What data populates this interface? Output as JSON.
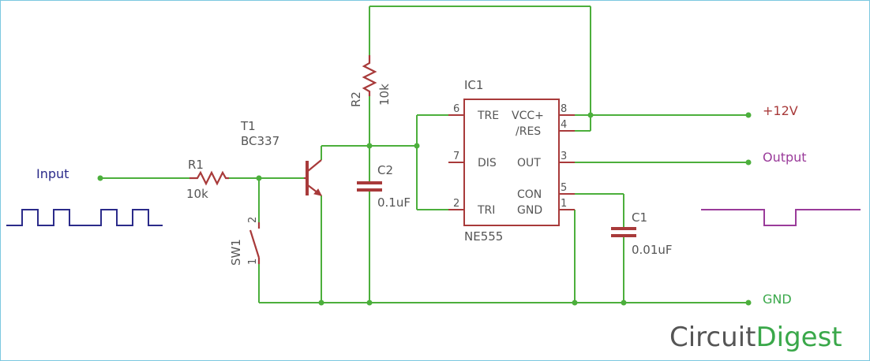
{
  "labels": {
    "input": "Input",
    "r1_name": "R1",
    "r1_value": "10k",
    "t1_name": "T1",
    "t1_model": "BC337",
    "sw1_name": "SW1",
    "sw1_pin1": "1",
    "sw1_pin2": "2",
    "r2_name": "R2",
    "r2_value": "10k",
    "c2_name": "C2",
    "c2_value": "0.1uF",
    "ic_name": "IC1",
    "ic_model": "NE555",
    "c1_name": "C1",
    "c1_value": "0.01uF",
    "vcc": "+12V",
    "output": "Output",
    "gnd": "GND"
  },
  "ic_pins": {
    "tre": "TRE",
    "dis": "DIS",
    "tri": "TRI",
    "vcc": "VCC+",
    "res": "/RES",
    "out": "OUT",
    "con": "CON",
    "gnd": "GND",
    "p6": "6",
    "p7": "7",
    "p2": "2",
    "p8": "8",
    "p4": "4",
    "p3": "3",
    "p5": "5",
    "p1": "1"
  },
  "brand": {
    "part1": "Circuit",
    "part2": "Digest"
  },
  "colors": {
    "wire": "#4caf3c",
    "component": "#a83a3a",
    "input_signal": "#2b2b8a",
    "output_signal": "#9a3b9a",
    "logo_gray": "#555555",
    "logo_green": "#3aa84a"
  }
}
